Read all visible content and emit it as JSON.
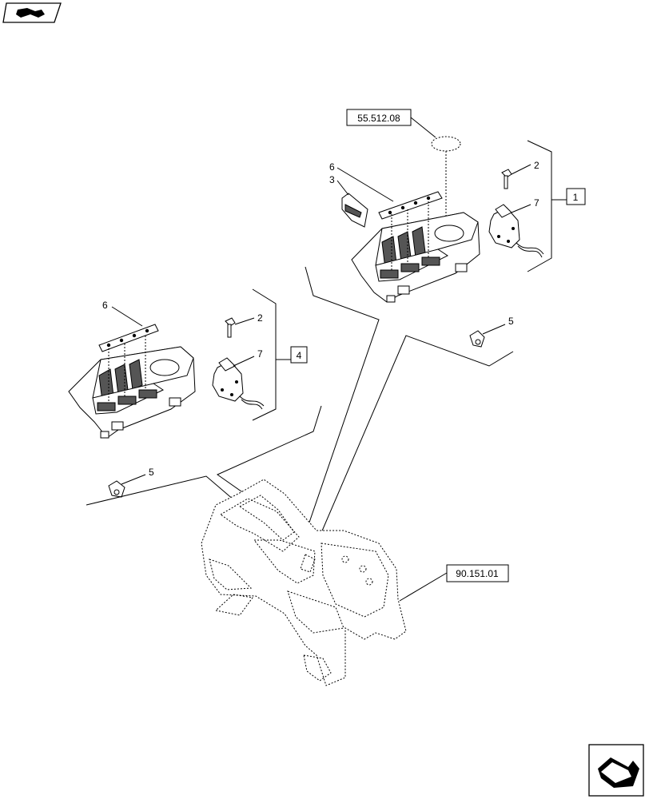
{
  "references": {
    "top": "55.512.08",
    "right": "90.151.01"
  },
  "groups": {
    "upper": "1",
    "lower": "4"
  },
  "callouts": {
    "upper_6": "6",
    "upper_3": "3",
    "upper_2": "2",
    "upper_7": "7",
    "upper_5": "5",
    "lower_6": "6",
    "lower_2": "2",
    "lower_7": "7",
    "lower_5": "5"
  },
  "icons": {
    "top_left": "previous-page-icon",
    "bottom_right": "next-page-icon"
  }
}
